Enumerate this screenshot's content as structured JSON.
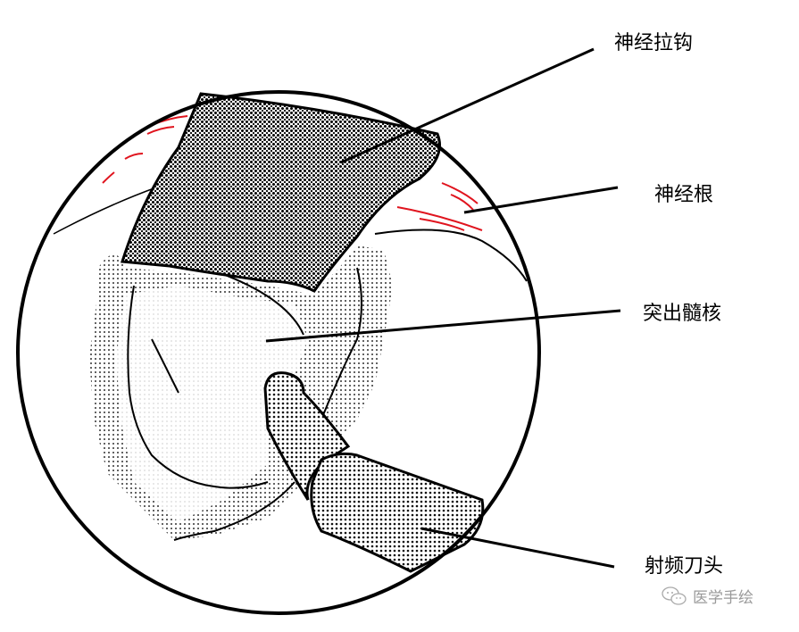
{
  "labels": {
    "nerve_retractor": "神经拉钩",
    "nerve_root": "神经根",
    "herniated_nucleus": "突出髓核",
    "rf_probe_tip": "射频刀头"
  },
  "watermark": {
    "icon": "wechat-icon",
    "text": "医学手绘"
  },
  "colors": {
    "outline": "#000000",
    "nerve_root_accent": "#e0141e",
    "watermark": "#9a9a9a"
  }
}
